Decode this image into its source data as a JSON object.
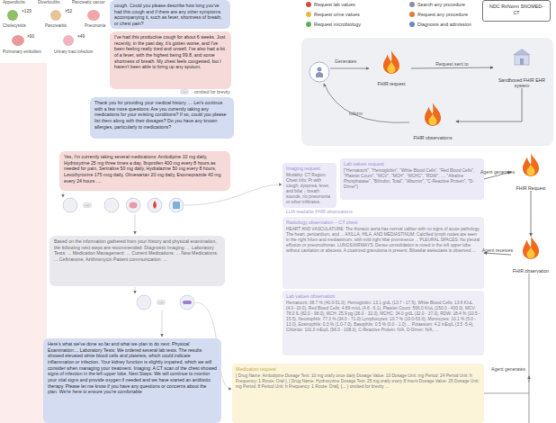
{
  "diagram": {
    "nodes": [
      {
        "text": [
          "cough. Could you please describe how long you've had this cough and if there are any other symptoms accompanying it, such as fever, shortness of breath, or chest pain?"
        ]
      },
      {
        "text": [
          "NDC RxNorm SNOMED-CT"
        ]
      },
      {
        "text": [
          "I've had this productive cough for about 6 weeks. Just recently, in the past day, it's gotten worse, and I've been feeling really tired and unwell. I've also had a bit of a fever, with the highest being 99.8, and some shortness of breath. My chest feels congested, but I haven't been able to bring up any sputum."
        ]
      },
      {
        "text": [
          "Thank you for providing your medical history .... Let's continue with a few more questions: Are you currently taking any medications for your existing conditions? If so, could you please list them along with their dosages? Do you have any known allergies, particularly to medications?"
        ]
      },
      {
        "text": [
          "Yes, I'm currently taking several medications: Amlodipine 10 mg daily, Hydroxyzine 25 mg three times a day, Ibuprofen 400 mg every 8 hours as needed for pain, Sertraline 50 mg daily, Hydralazine 50 mg every 8 hours, Levothyroxine 175 mcg daily, Olmesartan 20 mg daily, Esomeprazole 40 mg every 24 hours ...."
        ]
      },
      {
        "text": [
          "Based on the information gathered from your history and physical examination, the following next steps are recommended: Diagnostic Imaging: ... Laboratory Tests: ... Medication Management: ... Current Medications: ... New Medications: ... Ceftriaxone, Azithromycin Patient communication: ..."
        ]
      },
      {
        "text": [
          "Here's what we've done so far and what we plan to do next: Physical Examination:... Laboratory Tests: We ordered several lab tests. The results showed elevated white blood cells and platelets, which could indicate inflammation or infection. Your kidney function is slightly impaired, which we will consider when managing your treatment. Imaging: A CT scan of the chest showed signs of infection in the left upper lobe. Next Steps: We will continue to monitor your vital signs and provide oxygen if needed and we have started an antibiotic therapy. Please let me know if you have any questions or concerns about the plan. We're here to ensure you're comfortable"
        ]
      },
      {
        "text": [
          "FHIR request"
        ]
      },
      {
        "text": [
          "Sandboxed FHIR EHR system"
        ]
      },
      {
        "text": [
          "FHIR observations"
        ]
      },
      {
        "text": [
          "Imaging request",
          "Modality: CT Region: Chest Info: Pt with cough, dyspnea, fever, and bilat ↓ breath sounds, r/o pneumonia or other infiltrates."
        ]
      },
      {
        "text": [
          "Lab values request",
          "[\"Hematocrit\", \"Hemoglobin\", \"White Blood Cells\", \"Red Blood Cells\", \"Platelet Count\", \"MCV\", \"MCH\", \"MCHC\", \"RDW\", ..., \"Alkaline Phosphatase\", \"Bilirubin, Total\", \"Albumin\", \"C-Reactive Protein\", \"D-Dimer\"]"
        ]
      },
      {
        "text": [
          "Radiology observation – CT chest",
          "HEART AND VASCULATURE: The thoracic aorta has normal caliber with no signs of acute pathology. The heart, pericardium, and ... AXILLA, HILA, AND MEDIASTINUM: Calcified lymph nodes are seen in the right hilum and mediastinum, with mild right hilar prominence ... PLEURAL SPACES: No pleural effusion or pneumothorax. LUNGS/AIRWAYS: Dense consolidation is noted in the left upper lobe without cavitation or abscess. A cicatrized granuloma is present. Bibasilar atelectasis is observed ..."
        ]
      },
      {
        "text": [
          "Lab values observation",
          "Hematocrit: 38.7 % (40.0-51.0), Hemoglobin: 13.1 g/dL (13.7 - 17.5), White Blood Cells: 13.6 K/uL (4.0 -10.0), Red Blood Cells: 4.89 m/uL (4.6 - 6.1), Platelet Count: 566.0 K/uL (150.0 - 400.0), MCV: 78.0 fL (82.0 - 98.0), MCH: 25.9 pg (26.0 - 32.0), MCHC: 34.0 g/dL (32.0 - 37.0), RDW: 18.4 % (10.5 - 15.5), Neutrophils: 77.3 % (34.0 - 71.0) Lymphocytes: 10.7 % (19.0-53.0), Monocytes: 10.1 % (5.0 - 13.0), Eosinophils: 0.3 % (1.0-7.0), Basophils: 0.5 % (0.0 - 1.0) ... Potassium: 4.2 mEq/L (3.5 -5.4), Chloride: 101.0 mEq/L (96.0 - 108.0), C-Reactive Protein: N/A, D-Dimer: N/A, ..."
        ]
      },
      {
        "text": [
          "Medication request",
          "[ Drug Name: Amlodipine Dosage Text: 10 mg orally once daily Dosage Value: 10 Dosage Unit: mg Period: 24 Period Unit: h Frequency: 1 Route: Oral ], [ Drug Name: Hydroxyzine Dosage Text: 25 mg orally every 8 hours Dosage Value: 25 Dosage Unit: mg Period: 8 Period Unit: h Frequency: 1 Route: Oral], {... } omitted for brevity ..."
        ]
      },
      {
        "text": [
          "FHIR Request"
        ]
      },
      {
        "text": [
          "FHIR observation"
        ]
      }
    ],
    "edges": [
      {
        "from": 11,
        "to": 15,
        "label": "Agent generates",
        "arrow": "to"
      },
      {
        "from": 15,
        "to": 16,
        "arrow": "to"
      },
      {
        "from": 16,
        "to": 12,
        "label": "Agent receives",
        "arrow": "to"
      },
      {
        "from": 7,
        "to": 8,
        "label": "Request sent to",
        "arrow": "to"
      },
      {
        "from": 8,
        "to": 9,
        "arrow": "to"
      }
    ],
    "labels": [
      "Appendicitis",
      "Diverticulitis",
      "Pancreatic cancer",
      "×129",
      "×52",
      "Cholecystitis",
      "Pancreatitis",
      "Pneumonia",
      "×90",
      "×49",
      "Pulmonary embolism",
      "Urinary tract infection",
      "...",
      "omitted for brevity",
      "...",
      "...",
      "Generates",
      "Inform",
      "LLM-readable FHIR observations",
      "Agent generates"
    ],
    "legend": [
      {
        "text": "Request lab values",
        "color": "#d9453f"
      },
      {
        "text": "Request urine values",
        "color": "#e8b93a"
      },
      {
        "text": "Request microbiology",
        "color": "#5fae5f"
      },
      {
        "text": "Search any procedure",
        "color": "#8a8fa0"
      },
      {
        "text": "Request any procedure",
        "color": "#e07b39"
      },
      {
        "text": "Diagnosis and admission",
        "color": "#6f86c6"
      }
    ]
  }
}
